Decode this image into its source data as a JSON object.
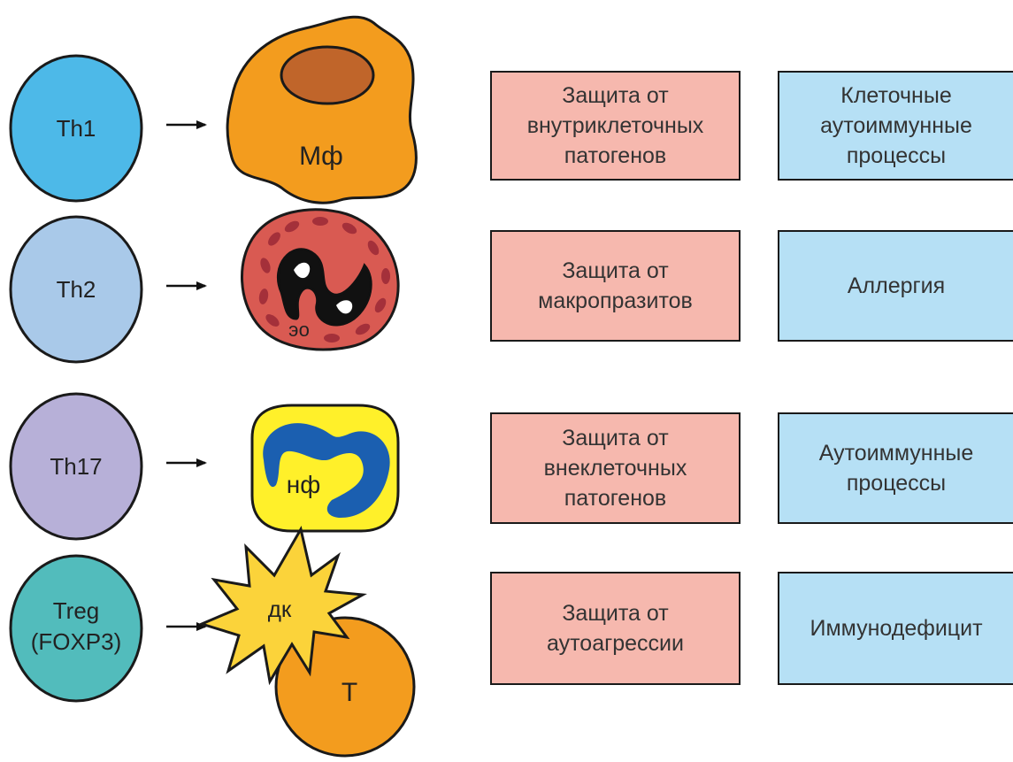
{
  "cells": [
    {
      "name": "Th1",
      "cell_label": "Th1",
      "effector_label": "Мф",
      "color": "#4db9e8"
    },
    {
      "name": "Th2",
      "cell_label": "Th2",
      "effector_label": "эо",
      "color": "#a9c9e9"
    },
    {
      "name": "Th17",
      "cell_label": "Th17",
      "effector_label": "нф",
      "color": "#b7b0d8"
    },
    {
      "name": "Treg",
      "cell_label_lines": [
        "Treg",
        "(FOXP3)"
      ],
      "effector_labels": [
        "дк",
        "Т"
      ],
      "color": "#52bcbc"
    }
  ],
  "protection": [
    "Защита от\nвнутриклеточных\nпатогенов",
    "Защита от\nмакропразитов",
    "Защита от\nвнеклеточных\nпатогенов",
    "Защита от\nаутоагрессии"
  ],
  "pathology": [
    "Клеточные\nаутоиммунные\nпроцессы",
    "Аллергия",
    "Аутоиммунные\nпроцессы",
    "Иммунодефицит"
  ],
  "colors": {
    "protection_box": "#f6b8ae",
    "pathology_box": "#b6e0f5",
    "macrophage": "#f39c1e",
    "macrophage_nucleus": "#c0652a",
    "eosinophil": "#d95a52",
    "neutrophil": "#fff02a",
    "neutrophil_nucleus": "#1b5fb0",
    "dendritic_cell": "#fbd33a",
    "t_cell": "#f39c1e"
  }
}
